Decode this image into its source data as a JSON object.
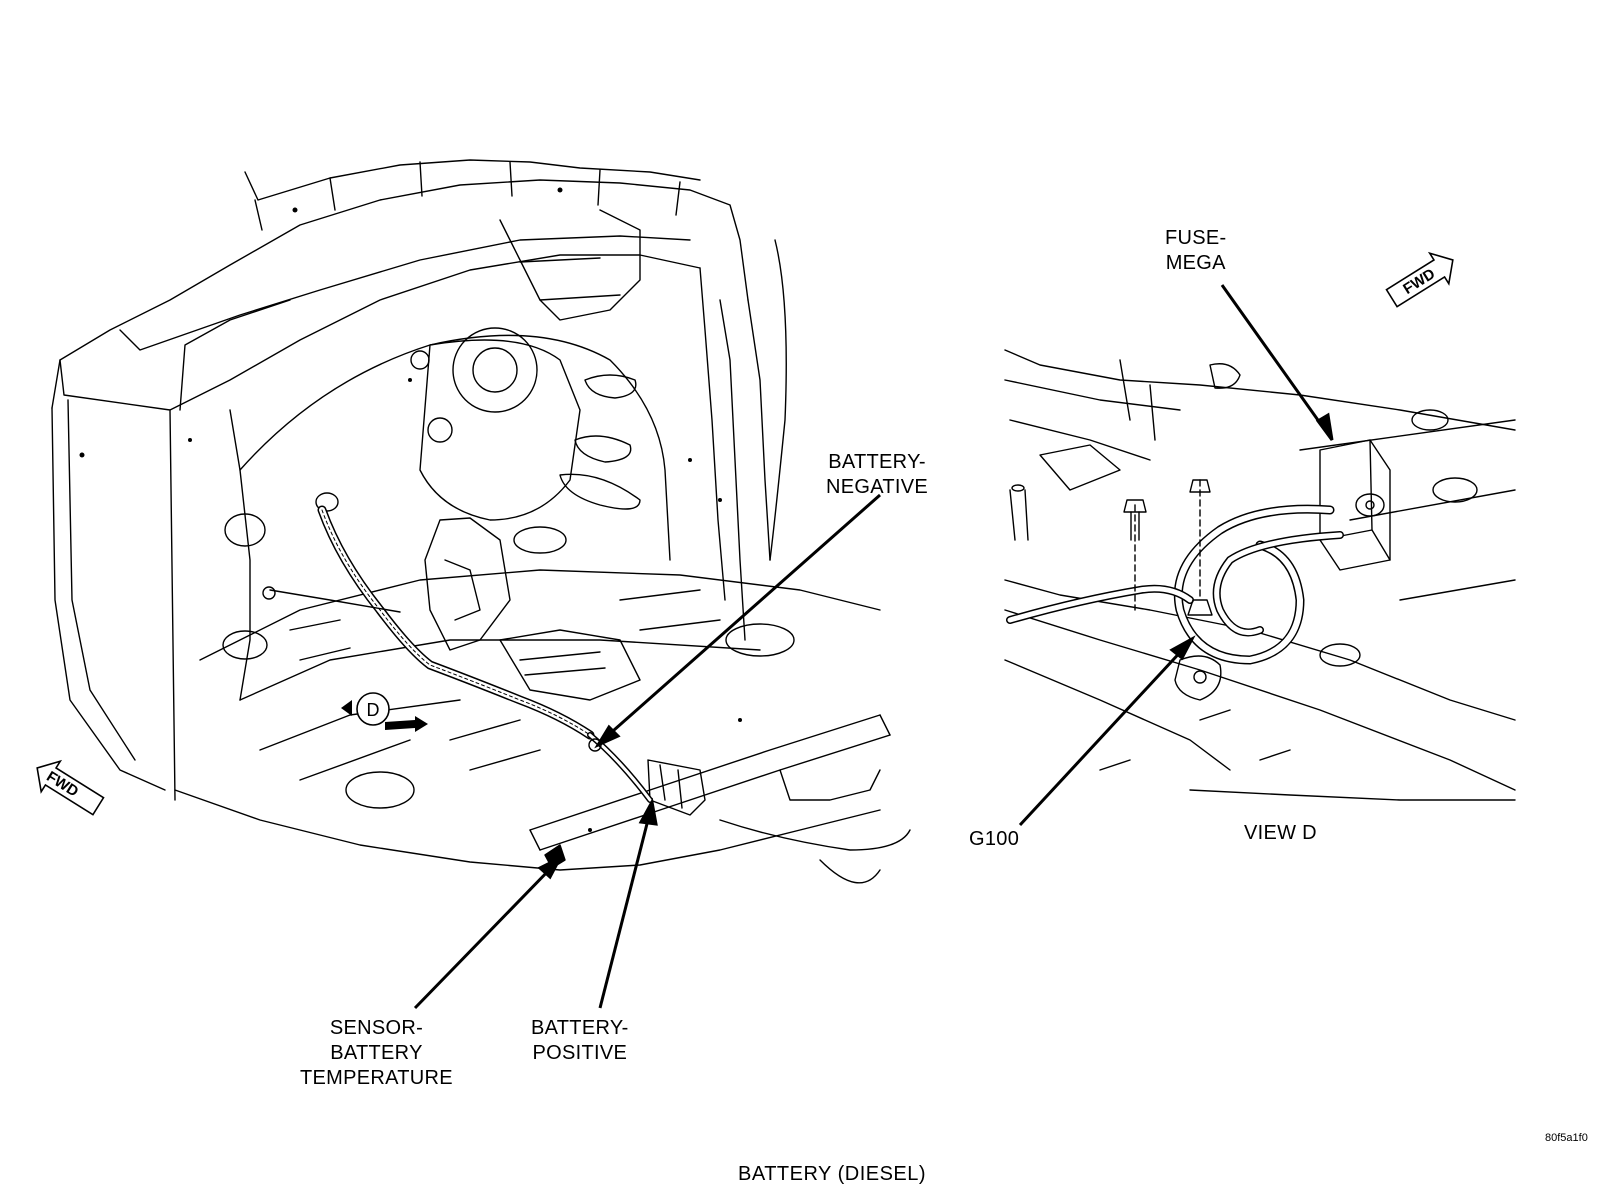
{
  "title": "BATTERY  (DIESEL)",
  "figure_id": "80f5a1f0",
  "labels": {
    "battery_negative": [
      "BATTERY-",
      "NEGATIVE"
    ],
    "sensor_battery_temperature": [
      "SENSOR-",
      "BATTERY",
      "TEMPERATURE"
    ],
    "battery_positive": [
      "BATTERY-",
      "POSITIVE"
    ],
    "fuse_mega": [
      "FUSE-",
      "MEGA"
    ],
    "g100": "G100",
    "view_d": "VIEW D"
  },
  "markers": {
    "view_callout": "D",
    "fwd_left": "FWD",
    "fwd_right": "FWD"
  }
}
